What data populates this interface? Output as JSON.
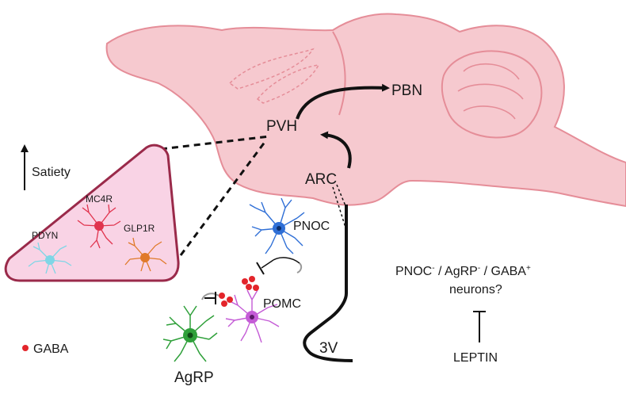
{
  "labels": {
    "pbn": "PBN",
    "pvh": "PVH",
    "arc": "ARC",
    "satiety": "Satiety",
    "mc4r": "MC4R",
    "pdyn": "PDYN",
    "glp1r": "GLP1R",
    "pnoc": "PNOC",
    "pomc": "POMC",
    "agrp": "AgRP",
    "gaba_legend": "GABA",
    "ventricle": "3V",
    "question_base1": "PNOC",
    "question_sup1": "-",
    "question_sep1": " / AgRP",
    "question_sup2": "-",
    "question_sep2": " / GABA",
    "question_sup3": "+",
    "question_line2": "neurons?",
    "leptin": "LEPTIN"
  },
  "colors": {
    "brain_fill": "#f6c9cf",
    "brain_stroke": "#e58d98",
    "inset_fill": "#f9d3e5",
    "inset_stroke": "#9a2a4a",
    "pnoc_neuron": "#2f6fd6",
    "pomc_neuron": "#c45bd6",
    "agrp_neuron": "#2fa03a",
    "mc4r_neuron": "#e0334d",
    "pdyn_neuron": "#7fd6e6",
    "glp1r_neuron": "#e07a2a",
    "gaba_dot": "#e3252b"
  }
}
